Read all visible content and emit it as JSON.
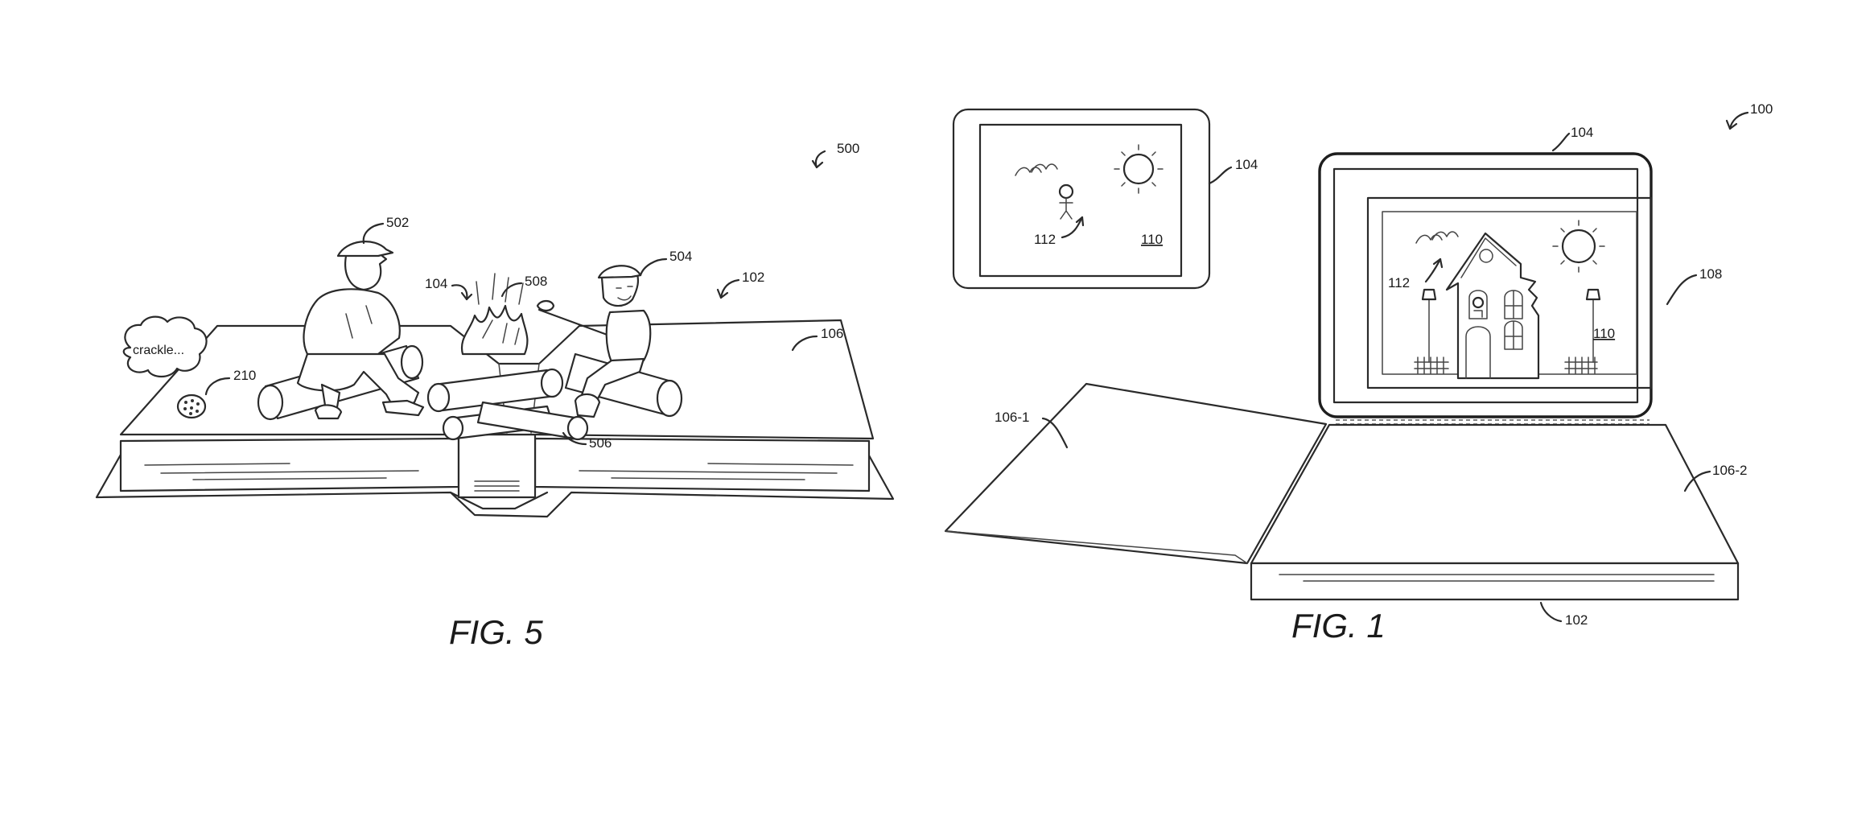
{
  "fig5": {
    "caption": "FIG. 5",
    "ref_500": "500",
    "ref_502": "502",
    "ref_504": "504",
    "ref_104": "104",
    "ref_508": "508",
    "ref_102": "102",
    "ref_106": "106",
    "ref_210": "210",
    "ref_506": "506",
    "bubble": "crackle..."
  },
  "fig1": {
    "caption": "FIG. 1",
    "ref_100": "100",
    "ref_104_top": "104",
    "ref_104_tablet": "104",
    "ref_108": "108",
    "ref_112_tablet": "112",
    "ref_110_tablet": "110",
    "ref_112_screen": "112",
    "ref_110_screen": "110",
    "ref_106_1": "106-1",
    "ref_106_2": "106-2",
    "ref_102": "102"
  }
}
